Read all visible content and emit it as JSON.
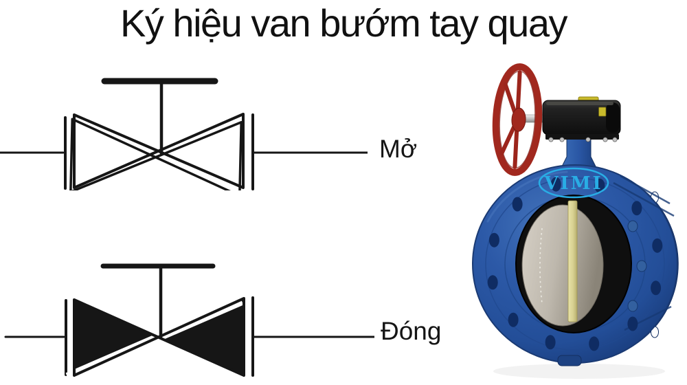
{
  "title": "Ký hiệu van bướm tay quay",
  "symbols": {
    "open": {
      "label": "Mở"
    },
    "closed": {
      "label": "Đóng"
    }
  },
  "photo": {
    "brand": "VIMI"
  },
  "colors": {
    "background": "#ffffff",
    "symbol_ink": "#161616",
    "valve_body_blue": "#2c59a7",
    "handwheel_red": "#a1281e",
    "gearbox_black": "#1a1a1a",
    "stem_yellow": "#d8d191",
    "fitting_yellow": "#c9ba2b",
    "logo_cyan": "#29ade5",
    "disc_gray": "#beb8ad"
  }
}
